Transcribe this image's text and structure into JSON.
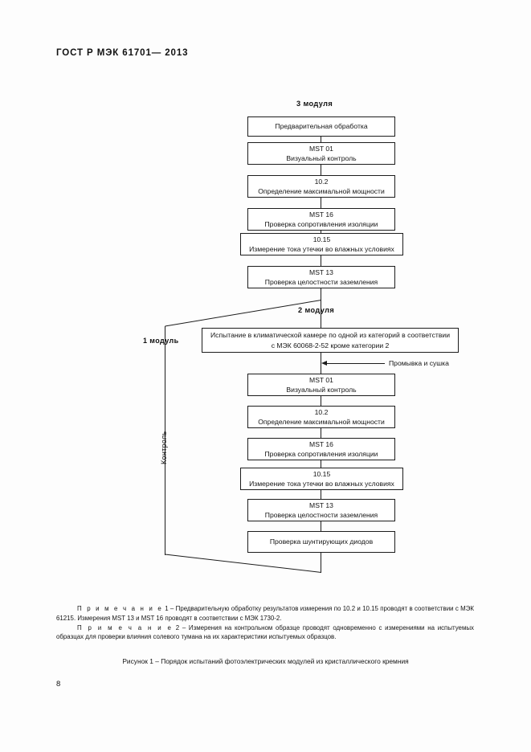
{
  "document": {
    "header": "ГОСТ Р МЭК  61701— 2013",
    "page_number": "8",
    "figure_caption": "Рисунок 1 – Порядок испытаний фотоэлектрических модулей из кристаллического кремния"
  },
  "flowchart": {
    "group_labels": {
      "three_modules": "3 модуля",
      "two_modules": "2 модуля",
      "one_module": "1 модуль",
      "control": "Контроль"
    },
    "wash_label": "Промывка и сушка",
    "branch_a": [
      {
        "code": "",
        "desc": "Предварительная обработка"
      },
      {
        "code": "MST 01",
        "desc": "Визуальный контроль"
      },
      {
        "code": "10.2",
        "desc": "Определение максимальной мощности"
      },
      {
        "code": "MST 16",
        "desc": "Проверка сопротивления изоляции"
      },
      {
        "code": "10.15",
        "desc": "Измерение тока утечки во влажных условиях"
      },
      {
        "code": "MST 13",
        "desc": "Проверка целостности заземления"
      }
    ],
    "climate_box": {
      "line1": "Испытание в климатической камере по одной из категорий в соответствии",
      "line2": "с МЭК 60068-2-52 кроме категории 2"
    },
    "branch_b": [
      {
        "code": "MST 01",
        "desc": "Визуальный контроль"
      },
      {
        "code": "10.2",
        "desc": "Определение максимальной мощности"
      },
      {
        "code": "MST 16",
        "desc": "Проверка сопротивления изоляции"
      },
      {
        "code": "10.15",
        "desc": "Измерение тока утечки во влажных условиях"
      },
      {
        "code": "MST 13",
        "desc": "Проверка целостности заземления"
      },
      {
        "code": "",
        "desc": "Проверка шунтирующих диодов"
      }
    ]
  },
  "notes": {
    "note1_head": "П р и м е ч а н и е",
    "note1_num": "1",
    "note1_text": "– Предварительную обработку результатов измерения по 10.2 и 10.15 проводят в соответствии с МЭК 61215. Измерения MST 13 и MST 16 проводят в соответствии с МЭК 1730-2.",
    "note2_head": "П р и м е ч а н и е",
    "note2_num": "2",
    "note2_text": "– Измерения на контрольном образце проводят одновременно с измерениями на испытуемых образцах для проверки влияния солевого тумана на их характеристики испытуемых образцов."
  }
}
